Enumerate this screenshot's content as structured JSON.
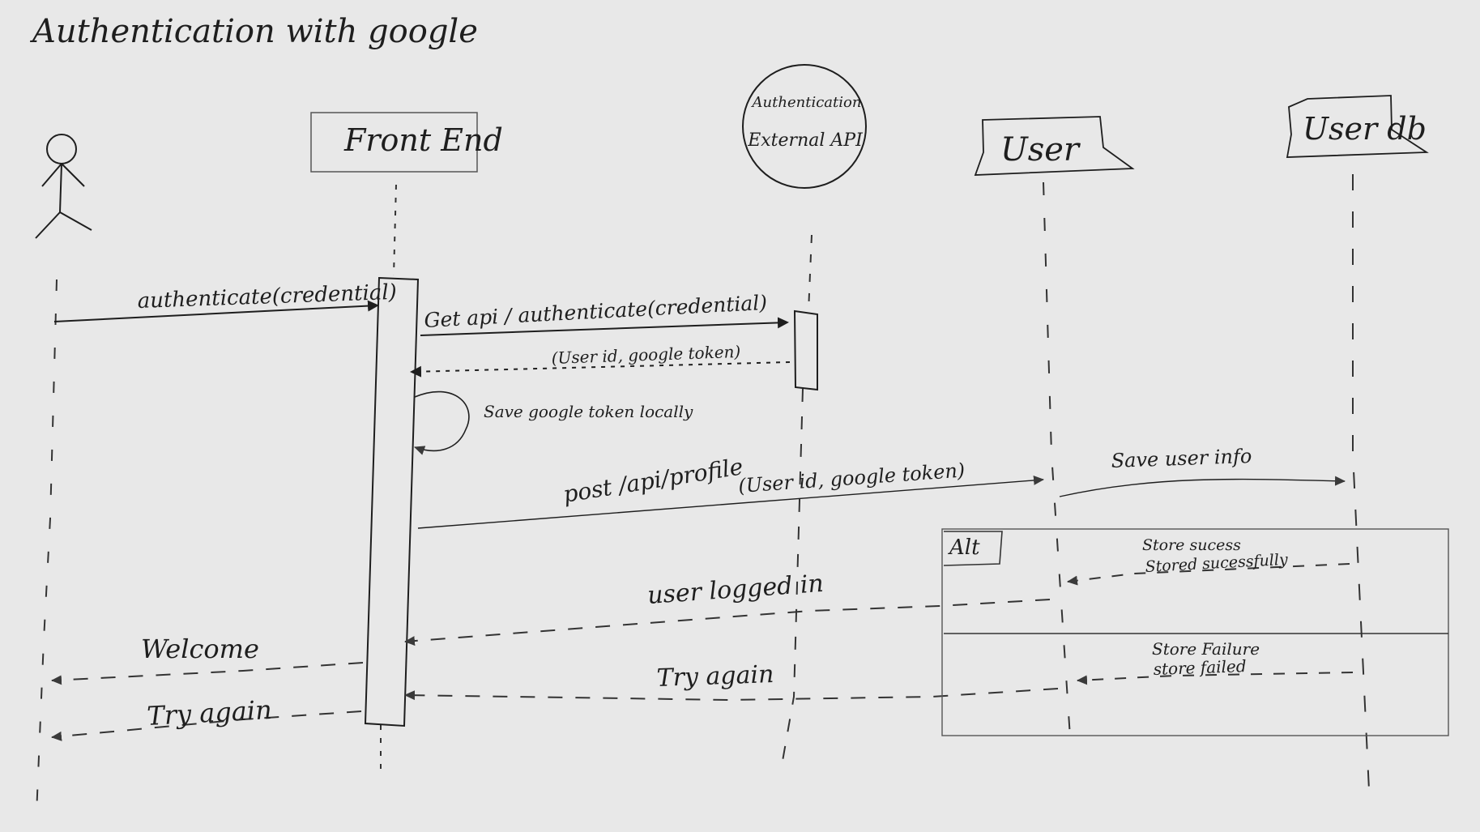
{
  "title": "Authentication with google",
  "participants": {
    "actor": "",
    "frontend": "Front End",
    "external_api_line1": "Authentication",
    "external_api_line2": "External API",
    "user": "User",
    "user_db": "User db"
  },
  "messages": {
    "authenticate": "authenticate(credential)",
    "get_api": "Get api / authenticate(credential)",
    "token_return": "(User id, google token)",
    "save_local": "Save google token locally",
    "post_profile_1": "post /api/profile",
    "post_profile_2": "(User id, google token)",
    "save_user_info": "Save user info",
    "user_logged_in": "user logged in",
    "welcome": "Welcome",
    "try_again_center": "Try again",
    "try_again_left": "Try again"
  },
  "alt_fragment": {
    "label": "Alt",
    "success_guard": "Store sucess",
    "success_reply": "Stored sucessfully",
    "failure_guard": "Store Failure",
    "failure_reply": "store failed"
  },
  "colors": {
    "background": "#e8e8e8",
    "ink": "#1e1e1e"
  }
}
